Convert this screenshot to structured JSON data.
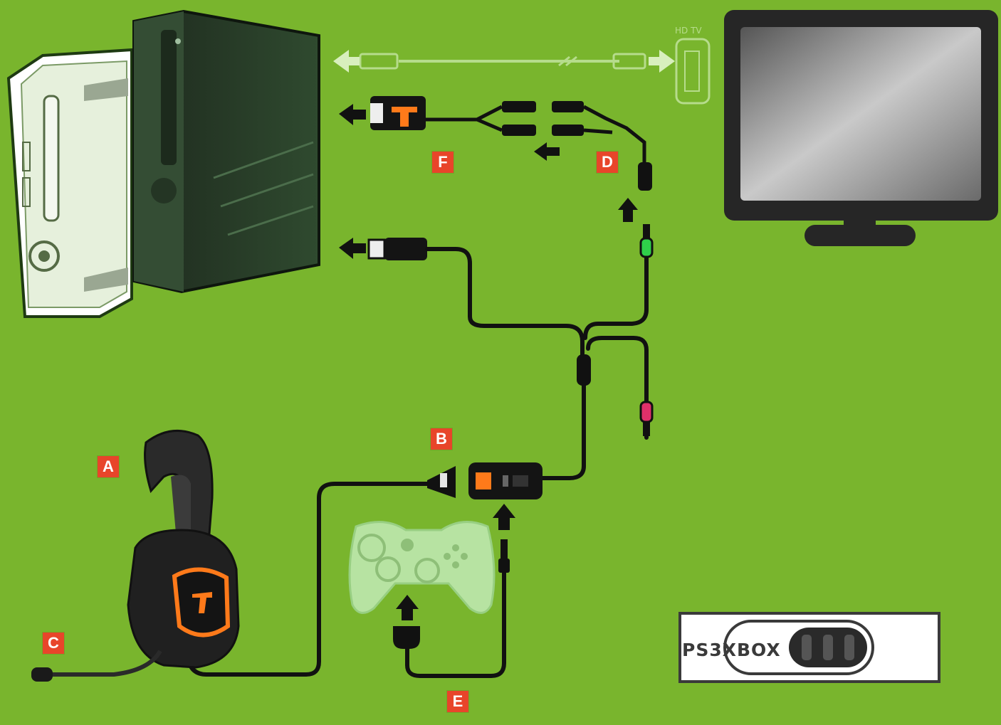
{
  "labels": {
    "a": "A",
    "b": "B",
    "c": "C",
    "d": "D",
    "e": "E",
    "f": "F"
  },
  "tv_port": {
    "label": "HD TV"
  },
  "switch": {
    "text": "PS3XBOX"
  },
  "colors": {
    "background": "#79b52d",
    "badge": "#e8452a",
    "cable": "#111111",
    "brand_orange": "#ff7a1a",
    "plug_green": "#2fcf4a",
    "plug_pink": "#e0306a"
  }
}
